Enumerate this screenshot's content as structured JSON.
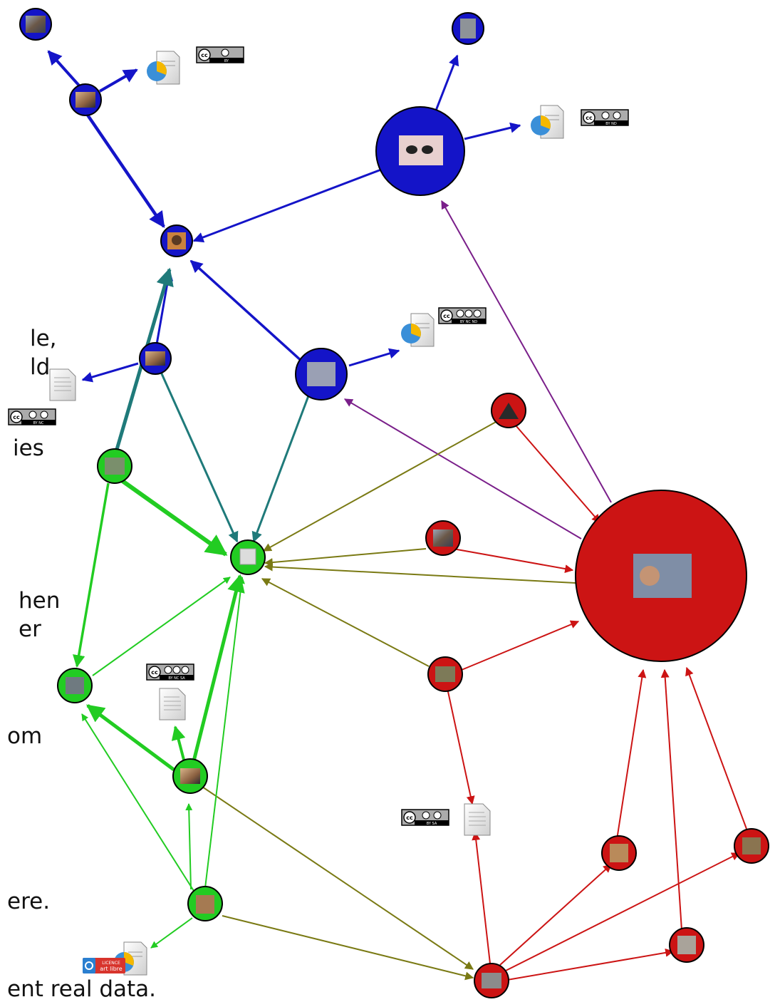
{
  "side_text": [
    "le,",
    "ld",
    "ies",
    "hen",
    "er",
    "om",
    "ere.",
    "ent real data."
  ],
  "license_badges": [
    {
      "id": "lic-a",
      "kind": "cc-by",
      "text": "BY"
    },
    {
      "id": "lic-b",
      "kind": "cc-by-nd",
      "text": "BY   ND"
    },
    {
      "id": "lic-c",
      "kind": "cc-by-nc-nd",
      "text": "BY  NC  ND"
    },
    {
      "id": "lic-d",
      "kind": "cc-by-nc",
      "text": "BY   NC"
    },
    {
      "id": "lic-e",
      "kind": "cc-by-nc-sa",
      "text": "BY  NC  SA"
    },
    {
      "id": "lic-f",
      "kind": "cc-by-sa",
      "text": "BY   SA"
    },
    {
      "id": "lic-g",
      "kind": "licence-art-libre",
      "line1": "LICENCE",
      "line2": "art libre"
    }
  ],
  "colors": {
    "blue": "#1414c8",
    "red": "#cc1414",
    "green": "#22cc22",
    "teal": "#1f7a7a",
    "olive": "#7a7a14",
    "purple": "#7a1f8a",
    "node_stroke": "#000000"
  },
  "nodes": [
    {
      "id": "b1",
      "group": "blue",
      "icon": "thumbnail-photo"
    },
    {
      "id": "b2",
      "group": "blue",
      "icon": "thumbnail-photo"
    },
    {
      "id": "b3",
      "group": "blue",
      "icon": "thumbnail-photo"
    },
    {
      "id": "b4",
      "group": "blue",
      "icon": "thumbnail-photo"
    },
    {
      "id": "b5",
      "group": "blue",
      "icon": "thumbnail-photo"
    },
    {
      "id": "b6",
      "group": "blue",
      "icon": "thumbnail-photo"
    },
    {
      "id": "b7",
      "group": "blue",
      "icon": "thumbnail-photo"
    },
    {
      "id": "r1",
      "group": "red",
      "icon": "thumbnail-photo"
    },
    {
      "id": "r2",
      "group": "red",
      "icon": "thumbnail-photo"
    },
    {
      "id": "r3",
      "group": "red",
      "icon": "thumbnail-photo"
    },
    {
      "id": "r4",
      "group": "red",
      "icon": "thumbnail-photo"
    },
    {
      "id": "r5",
      "group": "red",
      "icon": "thumbnail-photo"
    },
    {
      "id": "r6",
      "group": "red",
      "icon": "thumbnail-photo"
    },
    {
      "id": "r7",
      "group": "red",
      "icon": "thumbnail-photo"
    },
    {
      "id": "r8",
      "group": "red",
      "icon": "thumbnail-photo"
    },
    {
      "id": "g1",
      "group": "green",
      "icon": "thumbnail-photo"
    },
    {
      "id": "g2",
      "group": "green",
      "icon": "thumbnail-photo"
    },
    {
      "id": "g3",
      "group": "green",
      "icon": "thumbnail-photo"
    },
    {
      "id": "g4",
      "group": "green",
      "icon": "thumbnail-photo"
    },
    {
      "id": "g5",
      "group": "green",
      "icon": "thumbnail-photo"
    }
  ],
  "documents": [
    {
      "id": "d1",
      "icon": "chart-document-icon"
    },
    {
      "id": "d2",
      "icon": "chart-document-icon"
    },
    {
      "id": "d3",
      "icon": "chart-document-icon"
    },
    {
      "id": "d4",
      "icon": "text-document-icon"
    },
    {
      "id": "d5",
      "icon": "text-document-icon"
    },
    {
      "id": "d6",
      "icon": "text-document-icon"
    },
    {
      "id": "d7",
      "icon": "chart-document-icon"
    }
  ]
}
